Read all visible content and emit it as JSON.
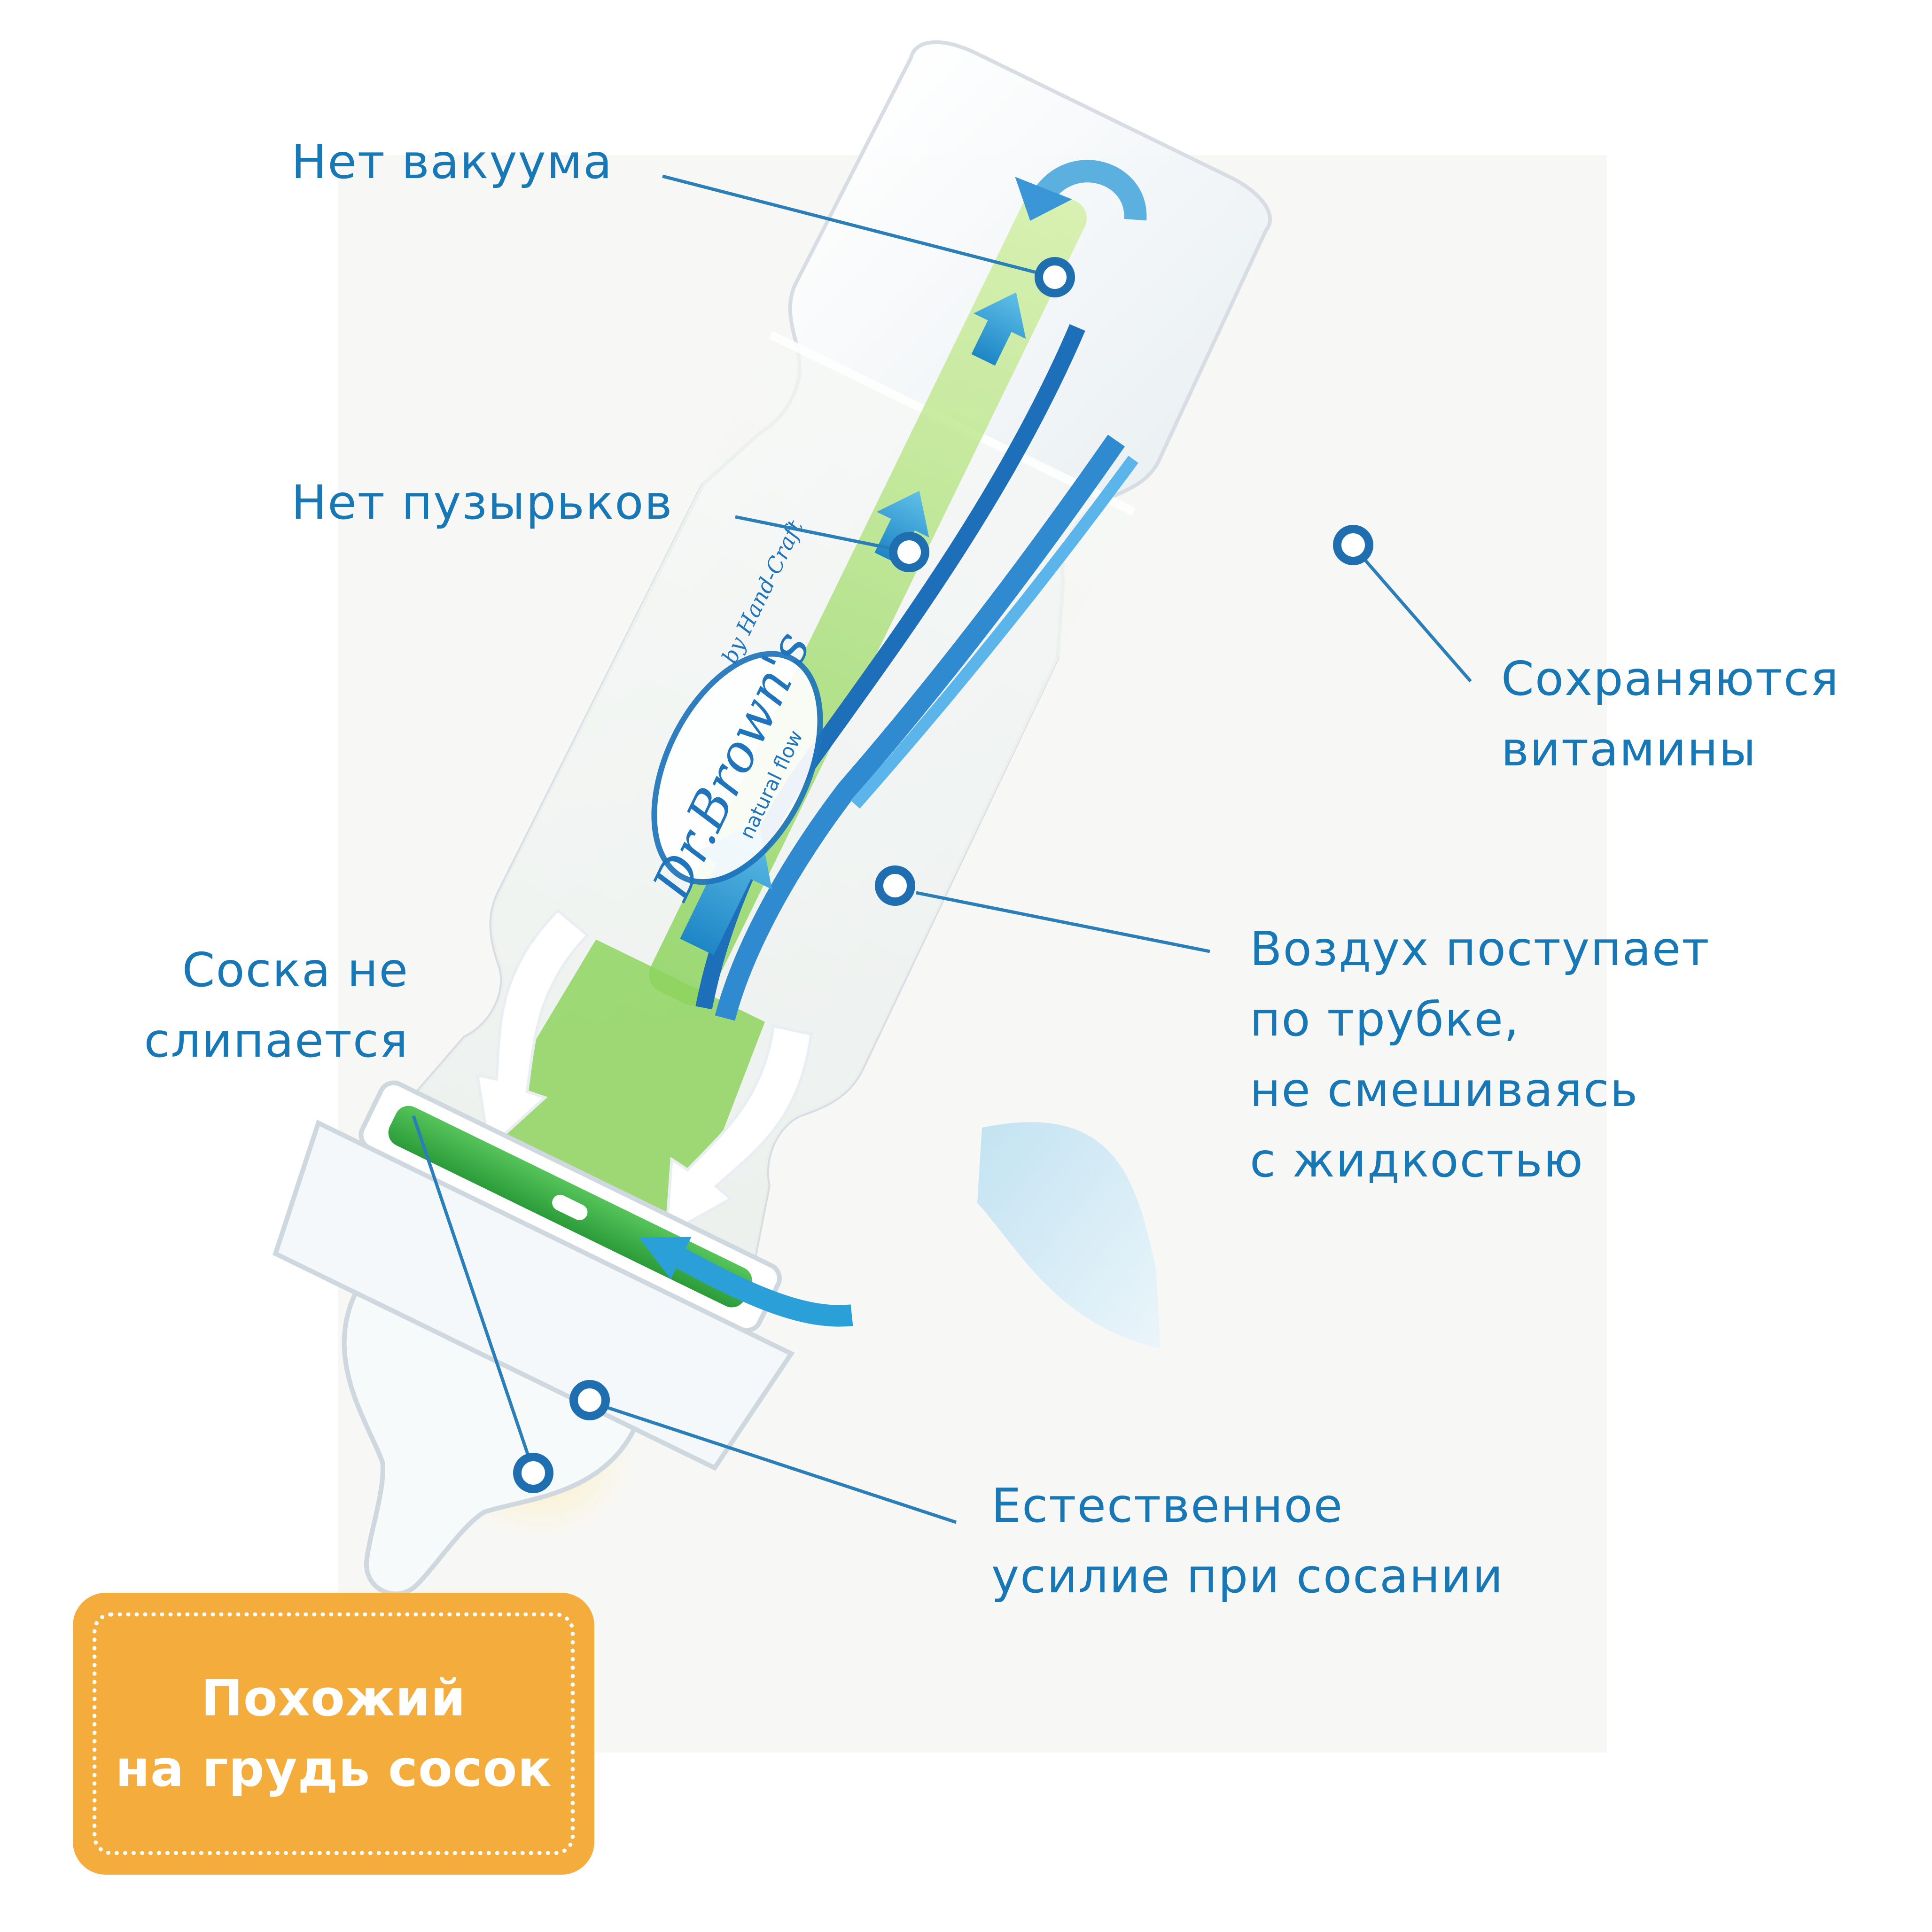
{
  "callouts": {
    "no_vacuum": "Нет вакуума",
    "no_bubbles": "Нет пузырьков",
    "vitamins": [
      "Сохраняются",
      "витамины"
    ],
    "nipple_no_collapse": [
      "Соска не",
      "слипается"
    ],
    "air_flow": [
      "Воздух поступает",
      "по трубке,",
      "не смешиваясь",
      "с жидкостью"
    ],
    "natural_suck": [
      "Естественное",
      "усилие при сосании"
    ]
  },
  "badge": {
    "lines": [
      "Похожий",
      "на грудь сосок"
    ]
  },
  "bottle": {
    "brand": "Dr.Brown's",
    "subtitle": "natural flow",
    "tagline": "by Hand-Craft"
  },
  "colors": {
    "label_blue": "#1877b5",
    "leader_line": "#2a7fb8",
    "vent_green": "#8fd35f",
    "collar_green": "#3db54a",
    "badge_orange": "#f4ad3d",
    "arrow_blue": "#2b9fd8"
  },
  "icons": [
    "callout-dot-icon",
    "flow-arrow-icon",
    "air-arrow-icon"
  ]
}
